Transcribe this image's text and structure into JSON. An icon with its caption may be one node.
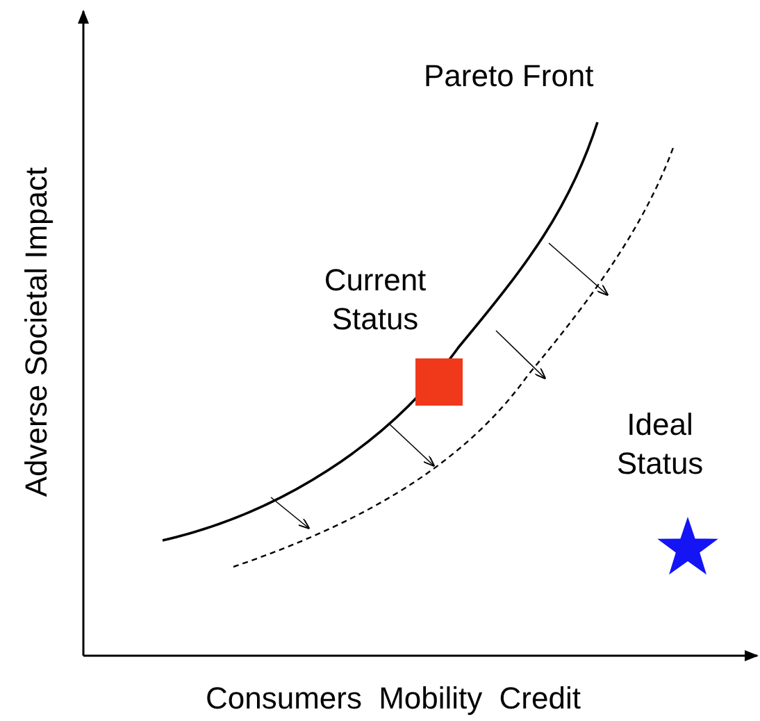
{
  "diagram": {
    "nodes": [
      {
        "text": [
          "Current Status"
        ]
      },
      {
        "text": [
          "Ideal Status"
        ]
      }
    ],
    "labels": [
      "Pareto Front",
      "Adverse Societal Impact",
      "Consumers Mobility Credit"
    ]
  }
}
